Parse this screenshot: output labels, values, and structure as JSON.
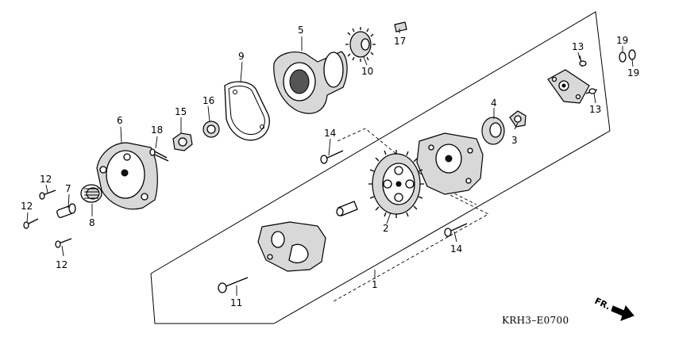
{
  "diagram_code": "KRH3–E0700",
  "direction_label": "FR.",
  "labels": {
    "p1": "1",
    "p2": "2",
    "p3": "3",
    "p4": "4",
    "p5": "5",
    "p6": "6",
    "p7": "7",
    "p8": "8",
    "p9": "9",
    "p10": "10",
    "p11": "11",
    "p12a": "12",
    "p12b": "12",
    "p12c": "12",
    "p13a": "13",
    "p13b": "13",
    "p14a": "14",
    "p14b": "14",
    "p15": "15",
    "p16": "16",
    "p17": "17",
    "p18": "18",
    "p19a": "19",
    "p19b": "19"
  }
}
